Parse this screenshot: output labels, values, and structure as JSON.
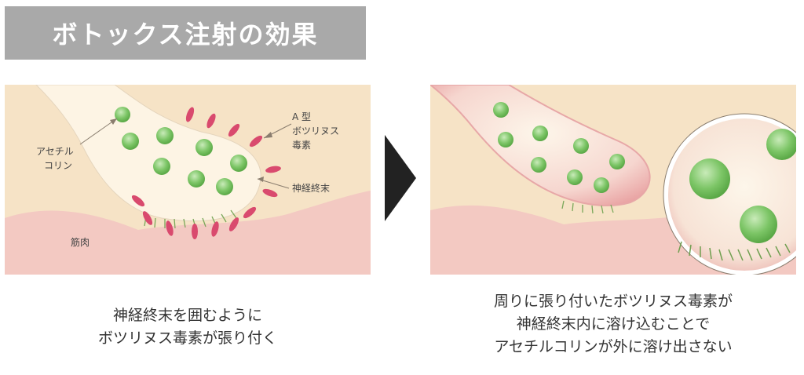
{
  "title": "ボトックス注射の効果",
  "left_panel": {
    "labels": {
      "acetylcholine": [
        "アセチル",
        "コリン"
      ],
      "botulinum": [
        "A 型",
        "ボツリヌス",
        "毒素"
      ],
      "nerve_ending": "神経終末",
      "muscle": "筋肉"
    },
    "caption": [
      "神経終末を囲むように",
      "ボツリヌス毒素が張り付く"
    ]
  },
  "right_panel": {
    "caption": [
      "周りに張り付いたボツリヌス毒素が",
      "神経終末内に溶け込むことで",
      "アセチルコリンが外に溶け出さない"
    ]
  },
  "colors": {
    "title_bg": "#a9a9a9",
    "panel_bg": "#f6e3c6",
    "muscle": "#f3c9c2",
    "nerve_fill": "#fdf4e4",
    "vesicle": "#7cc566",
    "toxin": "#d94a6e",
    "arrow": "#222222"
  },
  "icons": {
    "transition": "right-triangle-arrow-icon"
  }
}
